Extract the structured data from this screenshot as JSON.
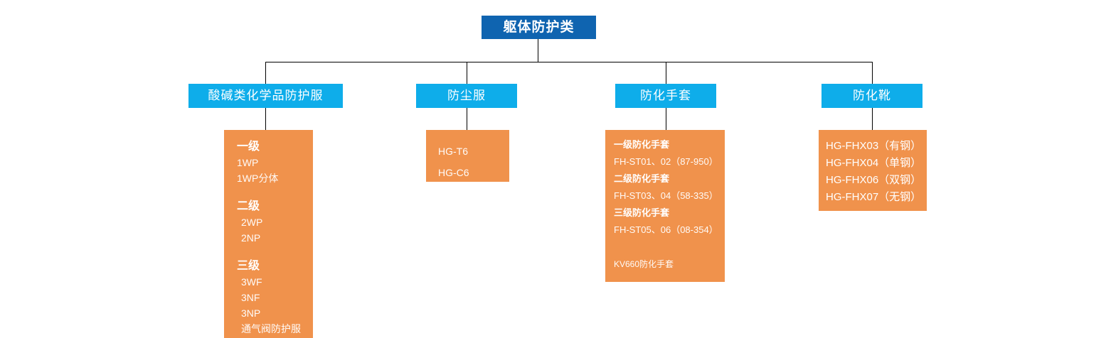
{
  "root": {
    "label": "躯体防护类"
  },
  "branches": [
    {
      "label": "酸碱类化学品防护服",
      "items": [
        {
          "text": "一级",
          "style": "heading"
        },
        {
          "text": "1WP",
          "style": "item"
        },
        {
          "text": "1WP分体",
          "style": "item"
        },
        {
          "text": "二级",
          "style": "heading"
        },
        {
          "text": "2WP",
          "style": "item indent"
        },
        {
          "text": "2NP",
          "style": "item indent"
        },
        {
          "text": "三级",
          "style": "heading"
        },
        {
          "text": "3WF",
          "style": "item indent"
        },
        {
          "text": "3NF",
          "style": "item indent"
        },
        {
          "text": "3NP",
          "style": "item indent"
        },
        {
          "text": "通气阀防护服",
          "style": "item indent"
        }
      ]
    },
    {
      "label": "防尘服",
      "items": [
        {
          "text": "HG-T6",
          "style": "item-wide"
        },
        {
          "text": "HG-C6",
          "style": "item-wide"
        }
      ]
    },
    {
      "label": "防化手套",
      "items": [
        {
          "text": "一级防化手套",
          "style": "heading-sm"
        },
        {
          "text": "FH-ST01、02（87-950）",
          "style": "item-sm"
        },
        {
          "text": "二级防化手套",
          "style": "heading-sm"
        },
        {
          "text": "FH-ST03、04（58-335）",
          "style": "item-sm"
        },
        {
          "text": "三级防化手套",
          "style": "heading-sm"
        },
        {
          "text": "FH-ST05、06（08-354）",
          "style": "item-sm"
        },
        {
          "text": "KV660防化手套",
          "style": "item-xs gap"
        }
      ]
    },
    {
      "label": "防化靴",
      "items": [
        {
          "text": "HG-FHX03（有钢）",
          "style": "item-lg"
        },
        {
          "text": "HG-FHX04（单钢）",
          "style": "item-lg"
        },
        {
          "text": "HG-FHX06（双钢）",
          "style": "item-lg"
        },
        {
          "text": "HG-FHX07（无钢）",
          "style": "item-lg"
        }
      ]
    }
  ],
  "colors": {
    "root_bg": "#0f64b0",
    "branch_bg": "#0eadea",
    "panel_bg": "#f0924c",
    "text": "#ffffff",
    "connector": "#000000",
    "background": "#ffffff"
  }
}
